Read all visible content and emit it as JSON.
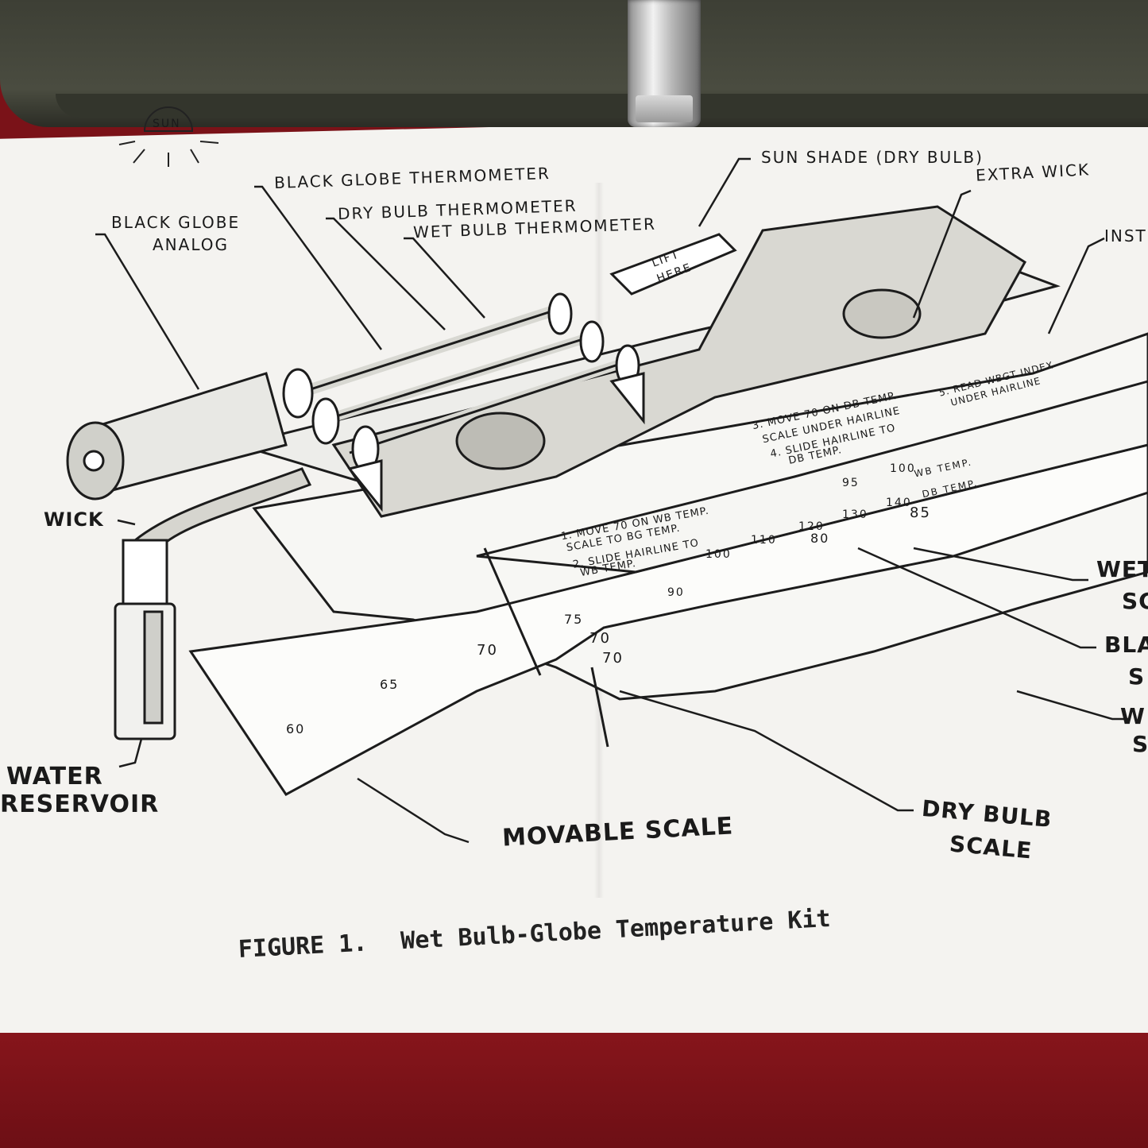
{
  "labels": {
    "sun": "SUN",
    "black_globe_thermometer": "BLACK GLOBE THERMOMETER",
    "dry_bulb_thermometer": "DRY BULB THERMOMETER",
    "wet_bulb_thermometer": "WET BULB THERMOMETER",
    "black_globe_analog_1": "BLACK GLOBE",
    "black_globe_analog_2": "ANALOG",
    "sun_shade": "SUN SHADE (DRY BULB)",
    "extra_wick": "EXTRA WICK",
    "inst_partial": "INST",
    "lift_here_1": "LIFT",
    "lift_here_2": "HERE",
    "wick": "WICK",
    "water_reservoir_1": "WATER",
    "water_reservoir_2": "RESERVOIR",
    "wet_partial_1": "WET",
    "wet_partial_2": "SC",
    "bla_partial_1": "BLA",
    "bla_partial_2": "S",
    "w_partial_1": "W",
    "w_partial_2": "S",
    "movable_scale": "MOVABLE SCALE",
    "dry_bulb_scale_1": "DRY BULB",
    "dry_bulb_scale_2": "SCALE"
  },
  "instructions": {
    "step1": "1. MOVE 70 ON WB TEMP.",
    "step1b": "SCALE TO BG TEMP.",
    "step2": "2. SLIDE HAIRLINE TO",
    "step2b": "WB TEMP.",
    "step3": "3. MOVE 70 ON DB TEMP.",
    "step3b": "SCALE UNDER HAIRLINE",
    "step4": "4. SLIDE HAIRLINE TO",
    "step4b": "DB TEMP.",
    "step5": "5. READ WBGT INDEX",
    "step5b": "UNDER HAIRLINE"
  },
  "scale_marks": {
    "wb_temp": "WB TEMP.",
    "db_temp": "DB TEMP.",
    "n100": "100",
    "n90": "90",
    "n80": "80",
    "n70": "70",
    "n75": "75",
    "n65": "65",
    "n60": "60",
    "n85": "85",
    "n95": "95",
    "n110": "110",
    "n120": "120",
    "n130": "130",
    "n140": "140"
  },
  "caption": {
    "figure": "FIGURE 1.",
    "title": "Wet Bulb-Globe Temperature Kit"
  }
}
